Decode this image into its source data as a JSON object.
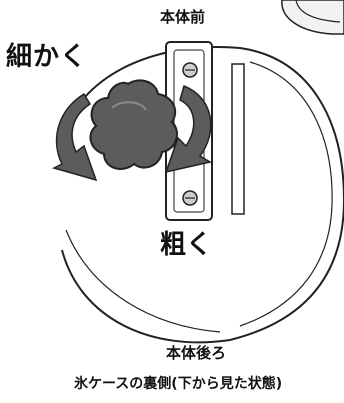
{
  "labels": {
    "front": "本体前",
    "fine": "細かく",
    "coarse": "粗く",
    "back": "本体後ろ",
    "caption": "氷ケースの裏側(下から見た状態)"
  }
}
